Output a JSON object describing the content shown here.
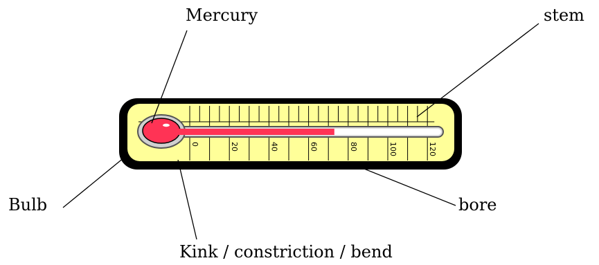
{
  "labels": {
    "mercury": "Mercury",
    "stem": "stem",
    "bulb": "Bulb",
    "bore": "bore",
    "kink": "Kink / constriction / bend"
  },
  "scale": {
    "ticks": [
      "0",
      "20",
      "40",
      "60",
      "80",
      "100",
      "120"
    ],
    "reading": 80
  },
  "colors": {
    "mercury": "#ff3355",
    "body": "#ffff99",
    "casing": "#000000",
    "tube": "#d9d9d9"
  }
}
